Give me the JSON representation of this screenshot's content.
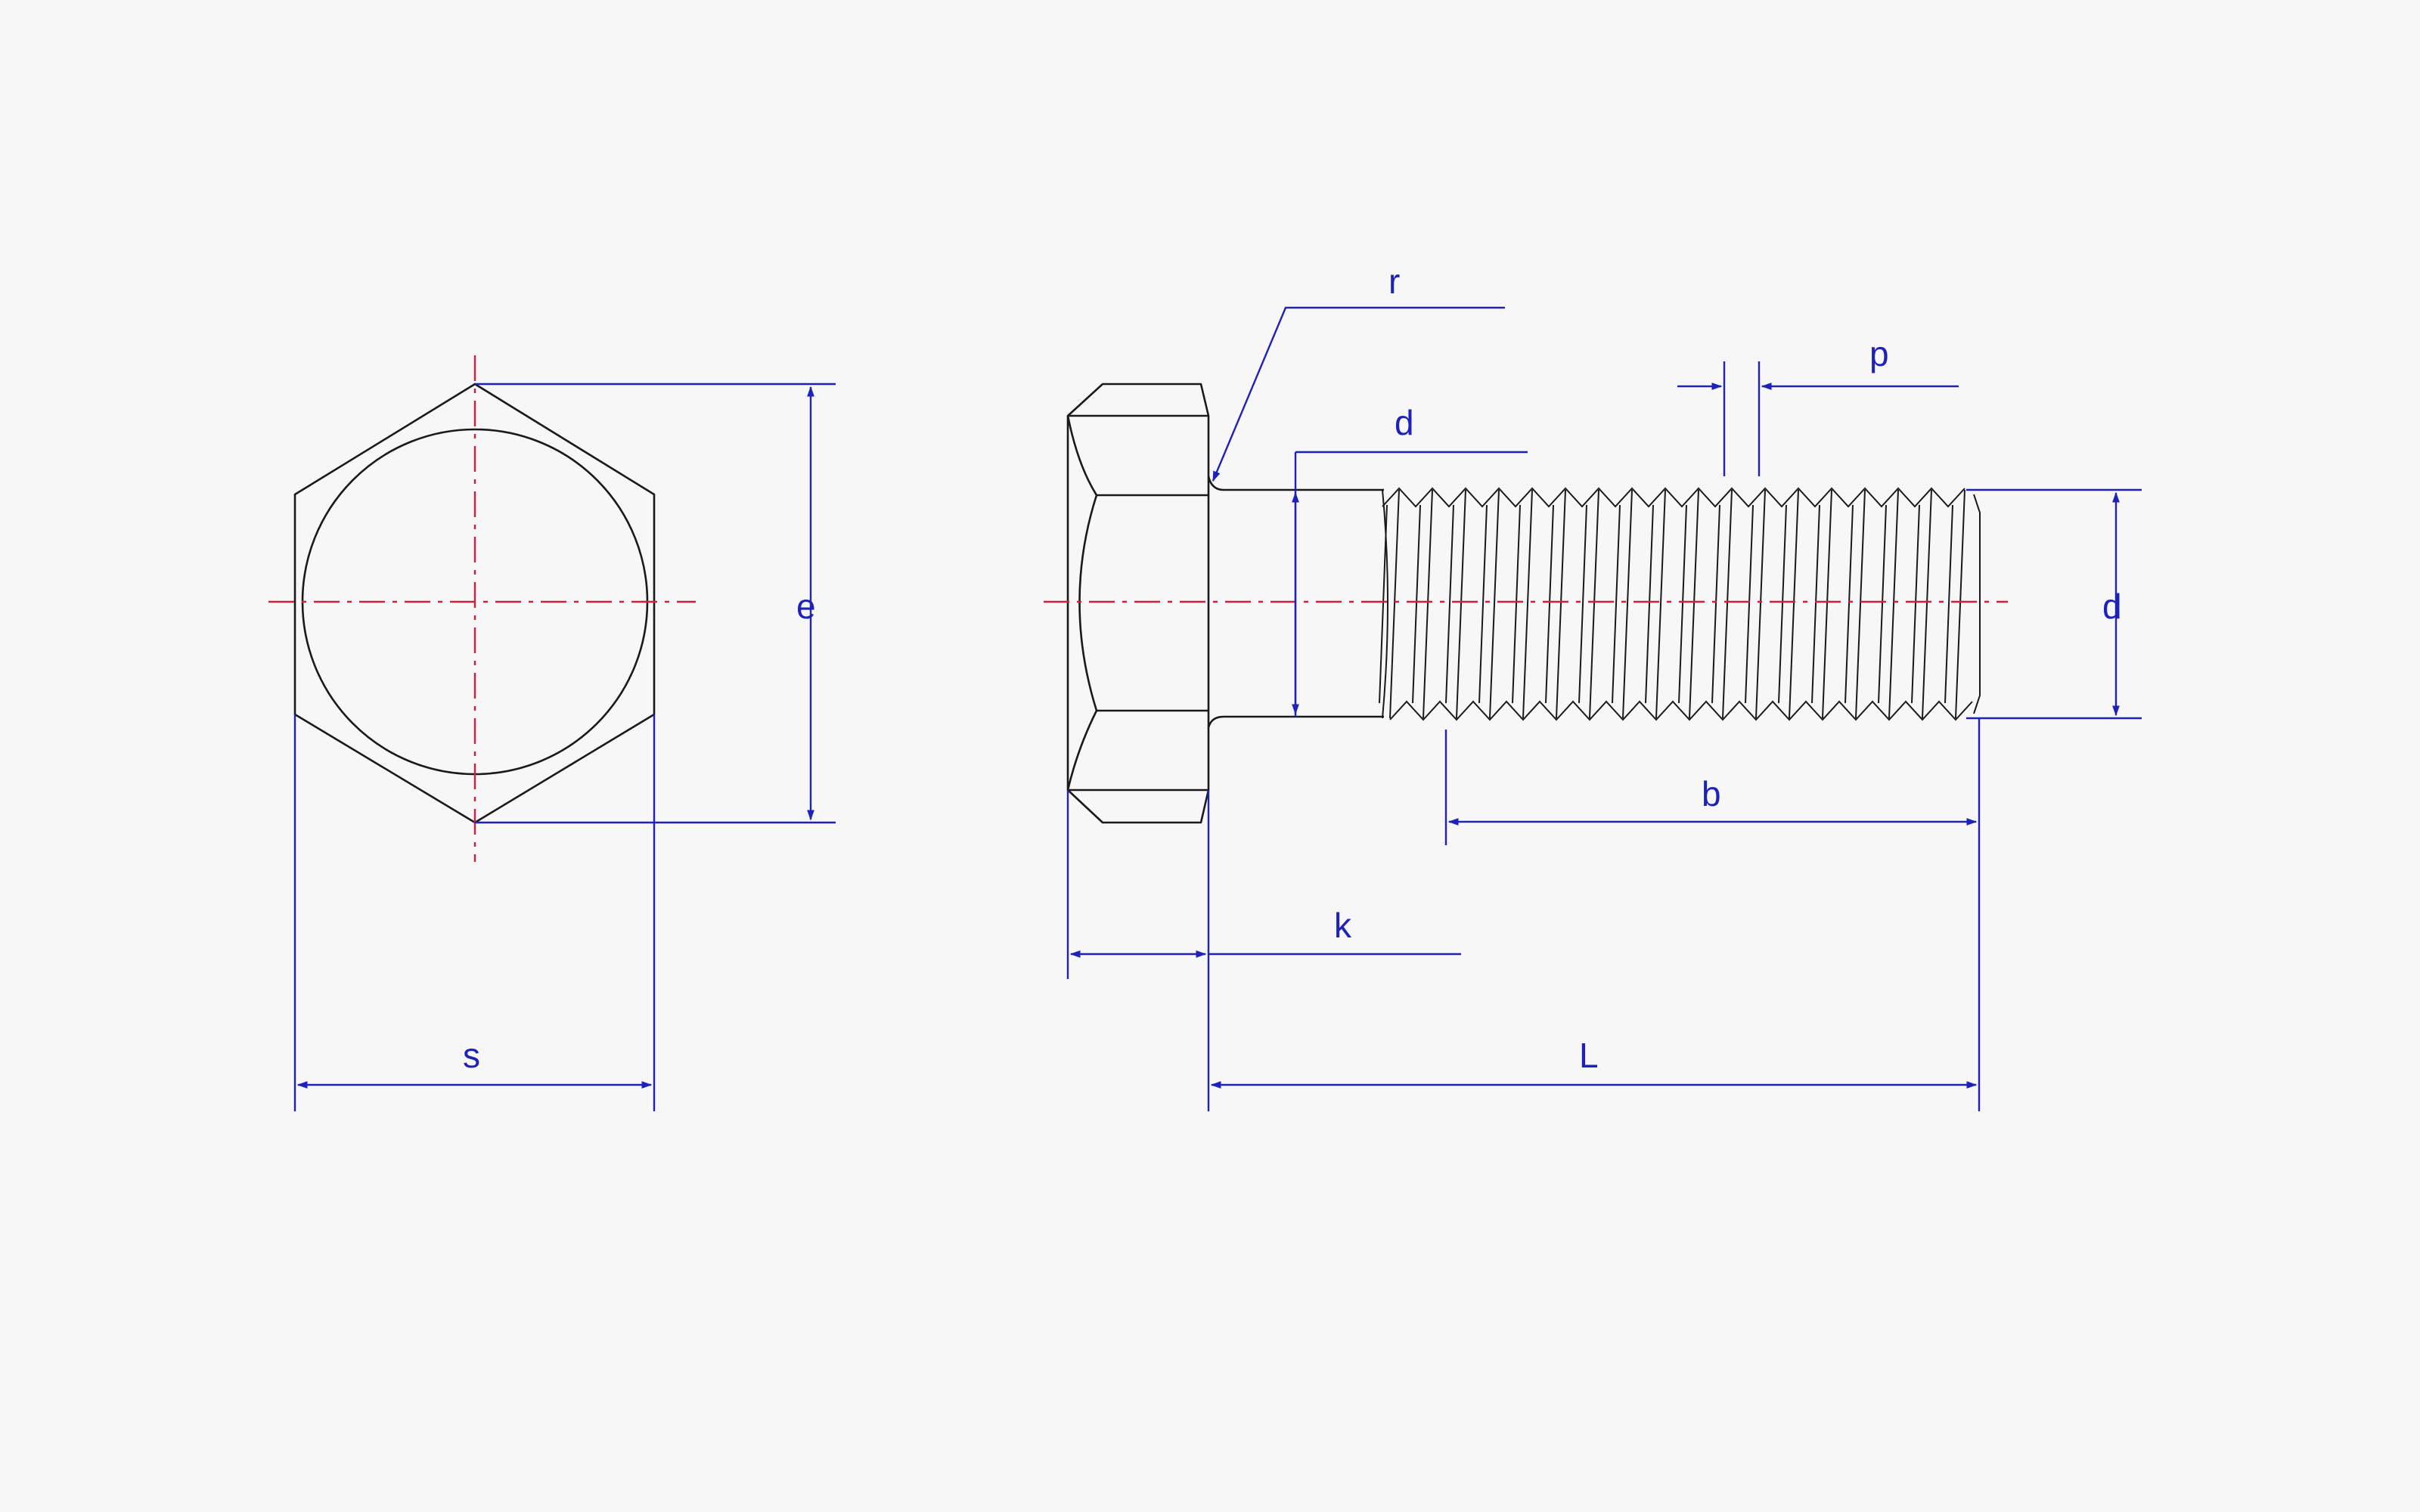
{
  "diagram": {
    "labels": {
      "r": "r",
      "d_shank": "d",
      "p": "p",
      "d_thread": "d",
      "e": "e",
      "b": "b",
      "k": "k",
      "s": "s",
      "L": "L"
    },
    "colors": {
      "part_outline": "#1a1a1a",
      "dimension": "#1f22b8",
      "centerline": "#d0203c",
      "background": "#f7f7f7"
    }
  }
}
